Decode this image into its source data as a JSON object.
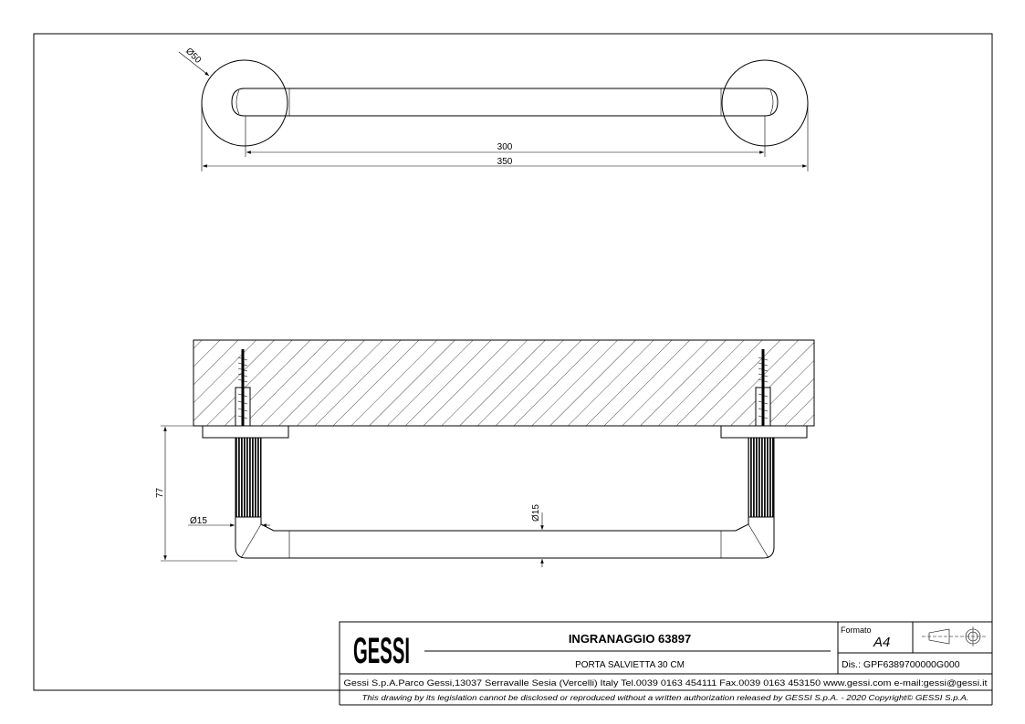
{
  "drawing": {
    "top_view": {
      "diameter_label": "Ø50",
      "inner_dim": "300",
      "overall_dim": "350"
    },
    "side_view": {
      "height_dim": "77",
      "post_diameter": "Ø15",
      "bar_diameter": "Ø15"
    }
  },
  "title_block": {
    "logo": "GESSI",
    "title": "INGRANAGGIO 63897",
    "subtitle": "PORTA SALVIETTA 30 CM",
    "format_label": "Formato",
    "format_value": "A4",
    "drawing_number": "Dis.: GPF6389700000G000",
    "address": "Gessi S.p.A.Parco Gessi,13037 Serravalle Sesia (Vercelli) Italy Tel.0039 0163 454111 Fax.0039 0163 453150 www.gessi.com e-mail:gessi@gessi.it",
    "disclaimer": "This drawing by its legislation cannot be disclosed or reproduced without a written authorization released by GESSI S.p.A. - 2020 Copyright© GESSI S.p.A."
  }
}
